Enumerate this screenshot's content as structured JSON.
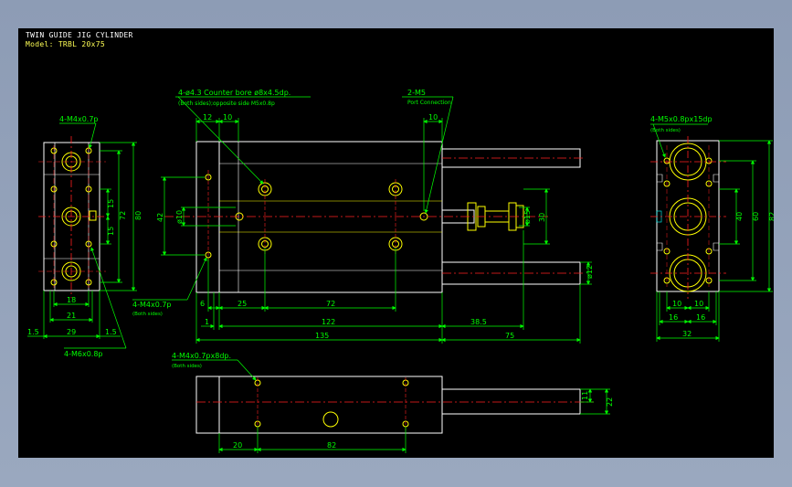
{
  "title": "TWIN GUIDE JIG CYLINDER",
  "model": "Model: TRBL 20x75",
  "colors": {
    "background": "#000000",
    "outline": "#ffffff",
    "holes": "#ffff00",
    "dimensions": "#00ff00",
    "centerline": "#ff2020",
    "frame": "#9aa8bf"
  },
  "annotations": {
    "left_top": "4-M4x0.7p",
    "left_bottom": "4-M6x0.8p",
    "counter_bore_1": "4-ø4.3 Counter bore ø8x4.5dp.",
    "counter_bore_2": "(Both sides);opposite side M5x0.8p",
    "port_1": "2-M5",
    "port_2": "Port Connection",
    "front_left_1": "4-M4x0.7p",
    "front_left_2": "(Both sides)",
    "right_top_1": "4-M5x0.8px15dp",
    "right_top_2": "(Both sides)",
    "bottom_1": "4-M4x0.7px8dp.",
    "bottom_2": "(Both sides)"
  },
  "dimensions": {
    "left": {
      "d15a": "15",
      "d15b": "15",
      "d72": "72",
      "d80": "80",
      "d18": "18",
      "d21": "21",
      "d29": "29",
      "d15l": "1.5",
      "d15r": "1.5"
    },
    "front": {
      "d12": "12",
      "d10": "10",
      "d10r": "10",
      "d42": "42",
      "d10v": "ø10",
      "d15": "ø15",
      "d30": "30",
      "d12r": "ø12",
      "d6": "6",
      "d25": "25",
      "d72": "72",
      "d1": "1",
      "d122": "122",
      "d385": "38.5",
      "d135": "135",
      "d75": "75"
    },
    "right": {
      "d40": "40",
      "d60": "60",
      "d82": "82",
      "d10a": "10",
      "d10b": "10",
      "d16a": "16",
      "d16b": "16",
      "d32": "32"
    },
    "bottom": {
      "d11": "11",
      "d22": "22",
      "d20": "20",
      "d82": "82"
    }
  }
}
